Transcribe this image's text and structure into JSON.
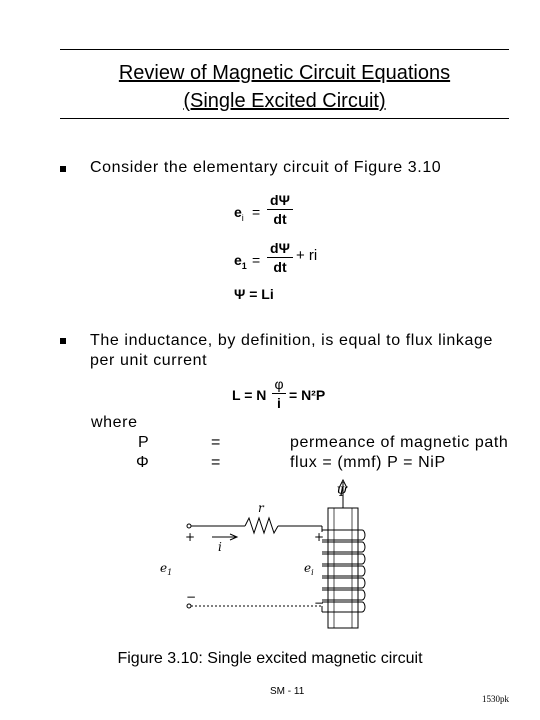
{
  "title": {
    "line1": "Review of Magnetic Circuit Equations",
    "line2": "(Single Excited Circuit)"
  },
  "bullets": [
    {
      "text": "Consider the elementary circuit of Figure 3.10"
    },
    {
      "line1": "The inductance, by definition, is equal to flux linkage",
      "line2": "per unit current"
    }
  ],
  "equations": {
    "eq1": {
      "lhs": "e",
      "lhs_sub": "i",
      "equals": "=",
      "num": "dΨ",
      "den": "dt"
    },
    "eq2": {
      "lhs": "e",
      "lhs_sub": "1",
      "equals": "=",
      "num": "dΨ",
      "den": "dt",
      "tail": "+ ri"
    },
    "eq3": {
      "text": "Ψ = Li"
    },
    "inductance": {
      "lhs": "L = N",
      "num": "φ",
      "den": "i",
      "rhs": "= N²P"
    }
  },
  "where": {
    "label": "where",
    "rows": [
      {
        "symbol": "P",
        "equals": "=",
        "desc": "permeance of magnetic path"
      },
      {
        "symbol": "Φ",
        "equals": "=",
        "desc": "flux = (mmf) P = NiP"
      }
    ]
  },
  "figure": {
    "labels": {
      "psi": "Ψ",
      "r": "r",
      "i": "i",
      "e1": "e",
      "e1_sub": "1",
      "ei": "e",
      "ei_sub": "i",
      "plus": "+",
      "minus": "−"
    },
    "caption_bold": "Figure 3.10",
    "caption_rest": ": Single excited magnetic circuit"
  },
  "footer": {
    "page": "SM - 11",
    "code": "1530pk"
  }
}
